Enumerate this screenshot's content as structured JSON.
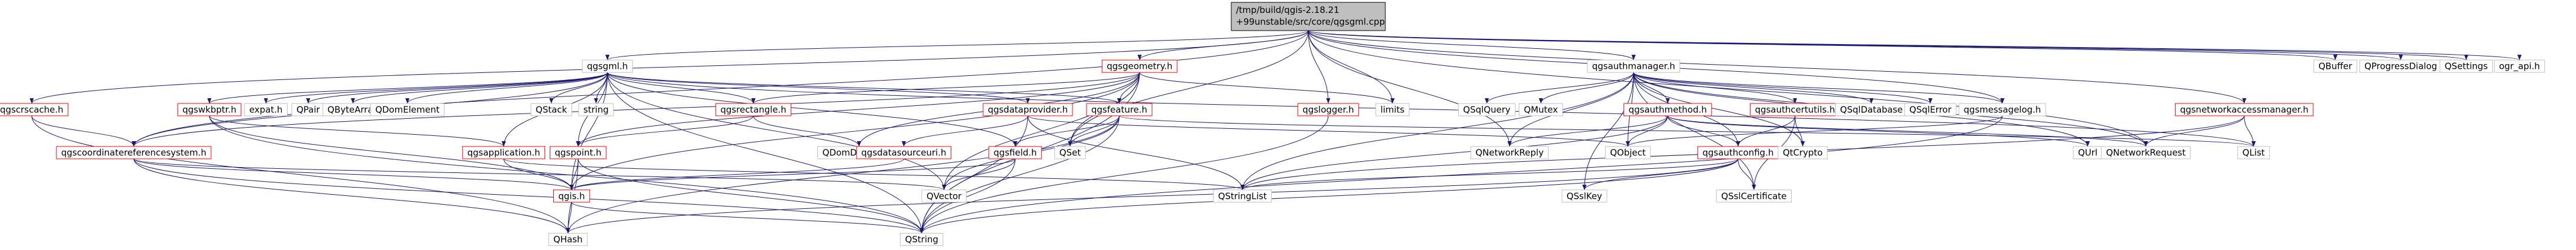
{
  "graph": {
    "root": {
      "line1": "/tmp/build/qgis-2.18.21",
      "line2": "+99unstable/src/core/qgsgml.cpp"
    },
    "colors": {
      "edge": "#191970",
      "red_node_border": "#ff0000",
      "node_border": "#bfbfbf",
      "root_fill": "#bfbfbf",
      "text": "#000000"
    },
    "nodes": [
      {
        "id": "qgsgml",
        "label": "qgsgml.h",
        "red": false
      },
      {
        "id": "qgsauthmanager",
        "label": "qgsauthmanager.h",
        "red": false
      },
      {
        "id": "qgsgeometry",
        "label": "qgsgeometry.h",
        "red": true
      },
      {
        "id": "qgscrscache",
        "label": "qgscrscache.h",
        "red": true
      },
      {
        "id": "qgsnetworkaccessmanager",
        "label": "qgsnetworkaccessmanager.h",
        "red": true
      },
      {
        "id": "qbuffer",
        "label": "QBuffer",
        "red": false
      },
      {
        "id": "qprogressdialog",
        "label": "QProgressDialog",
        "red": false
      },
      {
        "id": "qsettings",
        "label": "QSettings",
        "red": false
      },
      {
        "id": "ograpi",
        "label": "ogr_api.h",
        "red": false
      },
      {
        "id": "qgswkbptr",
        "label": "qgswkbptr.h",
        "red": true
      },
      {
        "id": "expat",
        "label": "expat.h",
        "red": false
      },
      {
        "id": "qpair",
        "label": "QPair",
        "red": false
      },
      {
        "id": "qbytearray",
        "label": "QByteArray",
        "red": false
      },
      {
        "id": "qdomelement",
        "label": "QDomElement",
        "red": false
      },
      {
        "id": "qstack",
        "label": "QStack",
        "red": false
      },
      {
        "id": "string",
        "label": "string",
        "red": false
      },
      {
        "id": "qgsrectangle",
        "label": "qgsrectangle.h",
        "red": true
      },
      {
        "id": "qgsdataprovider",
        "label": "qgsdataprovider.h",
        "red": true
      },
      {
        "id": "qgsfeature",
        "label": "qgsfeature.h",
        "red": true
      },
      {
        "id": "qgslogger",
        "label": "qgslogger.h",
        "red": true
      },
      {
        "id": "limits",
        "label": "limits",
        "red": false
      },
      {
        "id": "qsqlquery",
        "label": "QSqlQuery",
        "red": false
      },
      {
        "id": "qmutex",
        "label": "QMutex",
        "red": false
      },
      {
        "id": "qgsauthmethod",
        "label": "qgsauthmethod.h",
        "red": true
      },
      {
        "id": "qgsauthcertutils",
        "label": "qgsauthcertutils.h",
        "red": true
      },
      {
        "id": "qsqldatabase",
        "label": "QSqlDatabase",
        "red": false
      },
      {
        "id": "qsqlerror",
        "label": "QSqlError",
        "red": false
      },
      {
        "id": "qgsmessagelog",
        "label": "qgsmessagelog.h",
        "red": false
      },
      {
        "id": "qgscoordinatereferencesystem",
        "label": "qgscoordinatereferencesystem.h",
        "red": true
      },
      {
        "id": "qgsapplication",
        "label": "qgsapplication.h",
        "red": true
      },
      {
        "id": "qgspoint",
        "label": "qgspoint.h",
        "red": true
      },
      {
        "id": "qdomdocument",
        "label": "QDomDocument",
        "red": false
      },
      {
        "id": "qgsfield",
        "label": "qgsfield.h",
        "red": true
      },
      {
        "id": "qgsdatasourceuri",
        "label": "qgsdatasourceuri.h",
        "red": true
      },
      {
        "id": "qset",
        "label": "QSet",
        "red": false
      },
      {
        "id": "qnetworkreply",
        "label": "QNetworkReply",
        "red": false
      },
      {
        "id": "qobject",
        "label": "QObject",
        "red": false
      },
      {
        "id": "qgsauthconfig",
        "label": "qgsauthconfig.h",
        "red": true
      },
      {
        "id": "qtcrypto",
        "label": "QtCrypto",
        "red": false
      },
      {
        "id": "qurl",
        "label": "QUrl",
        "red": false
      },
      {
        "id": "qnetworkrequest",
        "label": "QNetworkRequest",
        "red": false
      },
      {
        "id": "qlist",
        "label": "QList",
        "red": false
      },
      {
        "id": "qgis",
        "label": "qgis.h",
        "red": true
      },
      {
        "id": "qvector",
        "label": "QVector",
        "red": false
      },
      {
        "id": "qstringlist",
        "label": "QStringList",
        "red": false
      },
      {
        "id": "qsslkey",
        "label": "QSslKey",
        "red": false
      },
      {
        "id": "qsslcertificate",
        "label": "QSslCertificate",
        "red": false
      },
      {
        "id": "qhash",
        "label": "QHash",
        "red": false
      },
      {
        "id": "qstring",
        "label": "QString",
        "red": false
      }
    ],
    "edges": [
      [
        "root",
        "qgsgml"
      ],
      [
        "root",
        "qgsauthmanager"
      ],
      [
        "root",
        "qgsgeometry"
      ],
      [
        "root",
        "qgscrscache"
      ],
      [
        "root",
        "qgsnetworkaccessmanager"
      ],
      [
        "root",
        "qbuffer"
      ],
      [
        "root",
        "qprogressdialog"
      ],
      [
        "root",
        "qsettings"
      ],
      [
        "root",
        "ograpi"
      ],
      [
        "root",
        "qgslogger"
      ],
      [
        "root",
        "limits"
      ],
      [
        "root",
        "qset"
      ],
      [
        "root",
        "qnetworkrequest"
      ],
      [
        "root",
        "qgscoordinatereferencesystem"
      ],
      [
        "root",
        "qnetworkreply"
      ],
      [
        "root",
        "qgsmessagelog"
      ],
      [
        "qgsgml",
        "expat"
      ],
      [
        "qgsgml",
        "qgswkbptr"
      ],
      [
        "qgsgml",
        "qpair"
      ],
      [
        "qgsgml",
        "qbytearray"
      ],
      [
        "qgsgml",
        "qdomelement"
      ],
      [
        "qgsgml",
        "qstack"
      ],
      [
        "qgsgml",
        "string"
      ],
      [
        "qgsgml",
        "qgsrectangle"
      ],
      [
        "qgsgml",
        "qgsdataprovider"
      ],
      [
        "qgsgml",
        "qgsfeature"
      ],
      [
        "qgsgml",
        "qgscoordinatereferencesystem"
      ],
      [
        "qgsgml",
        "qgsapplication"
      ],
      [
        "qgsgml",
        "qgspoint"
      ],
      [
        "qgsgml",
        "qgsfield"
      ],
      [
        "qgsgml",
        "qgis"
      ],
      [
        "qgsgml",
        "qlist"
      ],
      [
        "qgsgml",
        "qstring"
      ],
      [
        "qgsgml",
        "qvector"
      ],
      [
        "qgsgeometry",
        "qgsfeature"
      ],
      [
        "qgsgeometry",
        "qgspoint"
      ],
      [
        "qgsgeometry",
        "qgsrectangle"
      ],
      [
        "qgsgeometry",
        "qdomdocument"
      ],
      [
        "qgsgeometry",
        "qset"
      ],
      [
        "qgsgeometry",
        "qvector"
      ],
      [
        "qgsgeometry",
        "qstring"
      ],
      [
        "qgsgeometry",
        "qgis"
      ],
      [
        "qgsgeometry",
        "limits"
      ],
      [
        "qgsgeometry",
        "qgscoordinatereferencesystem"
      ],
      [
        "qgscrscache",
        "qgscoordinatereferencesystem"
      ],
      [
        "qgscrscache",
        "qhash"
      ],
      [
        "qgsauthmanager",
        "qsqlquery"
      ],
      [
        "qgsauthmanager",
        "qmutex"
      ],
      [
        "qgsauthmanager",
        "qgsauthmethod"
      ],
      [
        "qgsauthmanager",
        "qgsauthcertutils"
      ],
      [
        "qgsauthmanager",
        "qsqldatabase"
      ],
      [
        "qgsauthmanager",
        "qsqlerror"
      ],
      [
        "qgsauthmanager",
        "qgsmessagelog"
      ],
      [
        "qgsauthmanager",
        "qgsauthconfig"
      ],
      [
        "qgsauthmanager",
        "qobject"
      ],
      [
        "qgsauthmanager",
        "qnetworkreply"
      ],
      [
        "qgsauthmanager",
        "qnetworkrequest"
      ],
      [
        "qgsauthmanager",
        "qtcrypto"
      ],
      [
        "qgsauthmanager",
        "qstringlist"
      ],
      [
        "qgsauthmanager",
        "qsslkey"
      ],
      [
        "qgsauthmanager",
        "qsslcertificate"
      ],
      [
        "qgsauthmanager",
        "qurl"
      ],
      [
        "qgsauthmethod",
        "qobject"
      ],
      [
        "qgsauthmethod",
        "qgsauthconfig"
      ],
      [
        "qgsauthmethod",
        "qnetworkreply"
      ],
      [
        "qgsauthmethod",
        "qnetworkrequest"
      ],
      [
        "qgsauthmethod",
        "qstringlist"
      ],
      [
        "qgsauthmethod",
        "qurl"
      ],
      [
        "qgsauthcertutils",
        "qgsauthconfig"
      ],
      [
        "qgsauthcertutils",
        "qtcrypto"
      ],
      [
        "qgsauthcertutils",
        "qsslcertificate"
      ],
      [
        "qgsauthconfig",
        "qhash"
      ],
      [
        "qgsauthconfig",
        "qstring"
      ],
      [
        "qgsauthconfig",
        "qsslkey"
      ],
      [
        "qgsauthconfig",
        "qsslcertificate"
      ],
      [
        "qgsauthconfig",
        "qstringlist"
      ],
      [
        "qgsmessagelog",
        "qobject"
      ],
      [
        "qgsmessagelog",
        "qstring"
      ],
      [
        "qgsnetworkaccessmanager",
        "qnetworkrequest"
      ],
      [
        "qgsnetworkaccessmanager",
        "qlist"
      ],
      [
        "qgsnetworkaccessmanager",
        "qstringlist"
      ],
      [
        "qgswkbptr",
        "qgsapplication"
      ],
      [
        "qgswkbptr",
        "qgis"
      ],
      [
        "qgswkbptr",
        "qstring"
      ],
      [
        "qgsrectangle",
        "qdomdocument"
      ],
      [
        "qgsrectangle",
        "qgspoint"
      ],
      [
        "qgsdataprovider",
        "qgsdatasourceuri"
      ],
      [
        "qgsdataprovider",
        "qobject"
      ],
      [
        "qgsdataprovider",
        "qstring"
      ],
      [
        "qgsdataprovider",
        "qstringlist"
      ],
      [
        "qgsfeature",
        "qgsfield"
      ],
      [
        "qgsfeature",
        "qset"
      ],
      [
        "qgsfeature",
        "qvector"
      ],
      [
        "qgsfeature",
        "qlist"
      ],
      [
        "qgsfeature",
        "qhash"
      ],
      [
        "qgsfeature",
        "qstring"
      ],
      [
        "qgslogger",
        "qstring"
      ],
      [
        "qgscoordinatereferencesystem",
        "qgis"
      ],
      [
        "qgscoordinatereferencesystem",
        "qhash"
      ],
      [
        "qgscoordinatereferencesystem",
        "qstring"
      ],
      [
        "qgscoordinatereferencesystem",
        "qvector"
      ],
      [
        "qgsapplication",
        "qgis"
      ],
      [
        "qgsapplication",
        "qstringlist"
      ],
      [
        "qgspoint",
        "qgis"
      ],
      [
        "qgspoint",
        "qstring"
      ],
      [
        "qgspoint",
        "qhash"
      ],
      [
        "qgsfield",
        "qgis"
      ],
      [
        "qgsfield",
        "qstring"
      ],
      [
        "qgsfield",
        "qvector"
      ],
      [
        "qgsdatasourceuri",
        "qgis"
      ],
      [
        "qgis",
        "qhash"
      ],
      [
        "qgis",
        "qstring"
      ]
    ]
  }
}
